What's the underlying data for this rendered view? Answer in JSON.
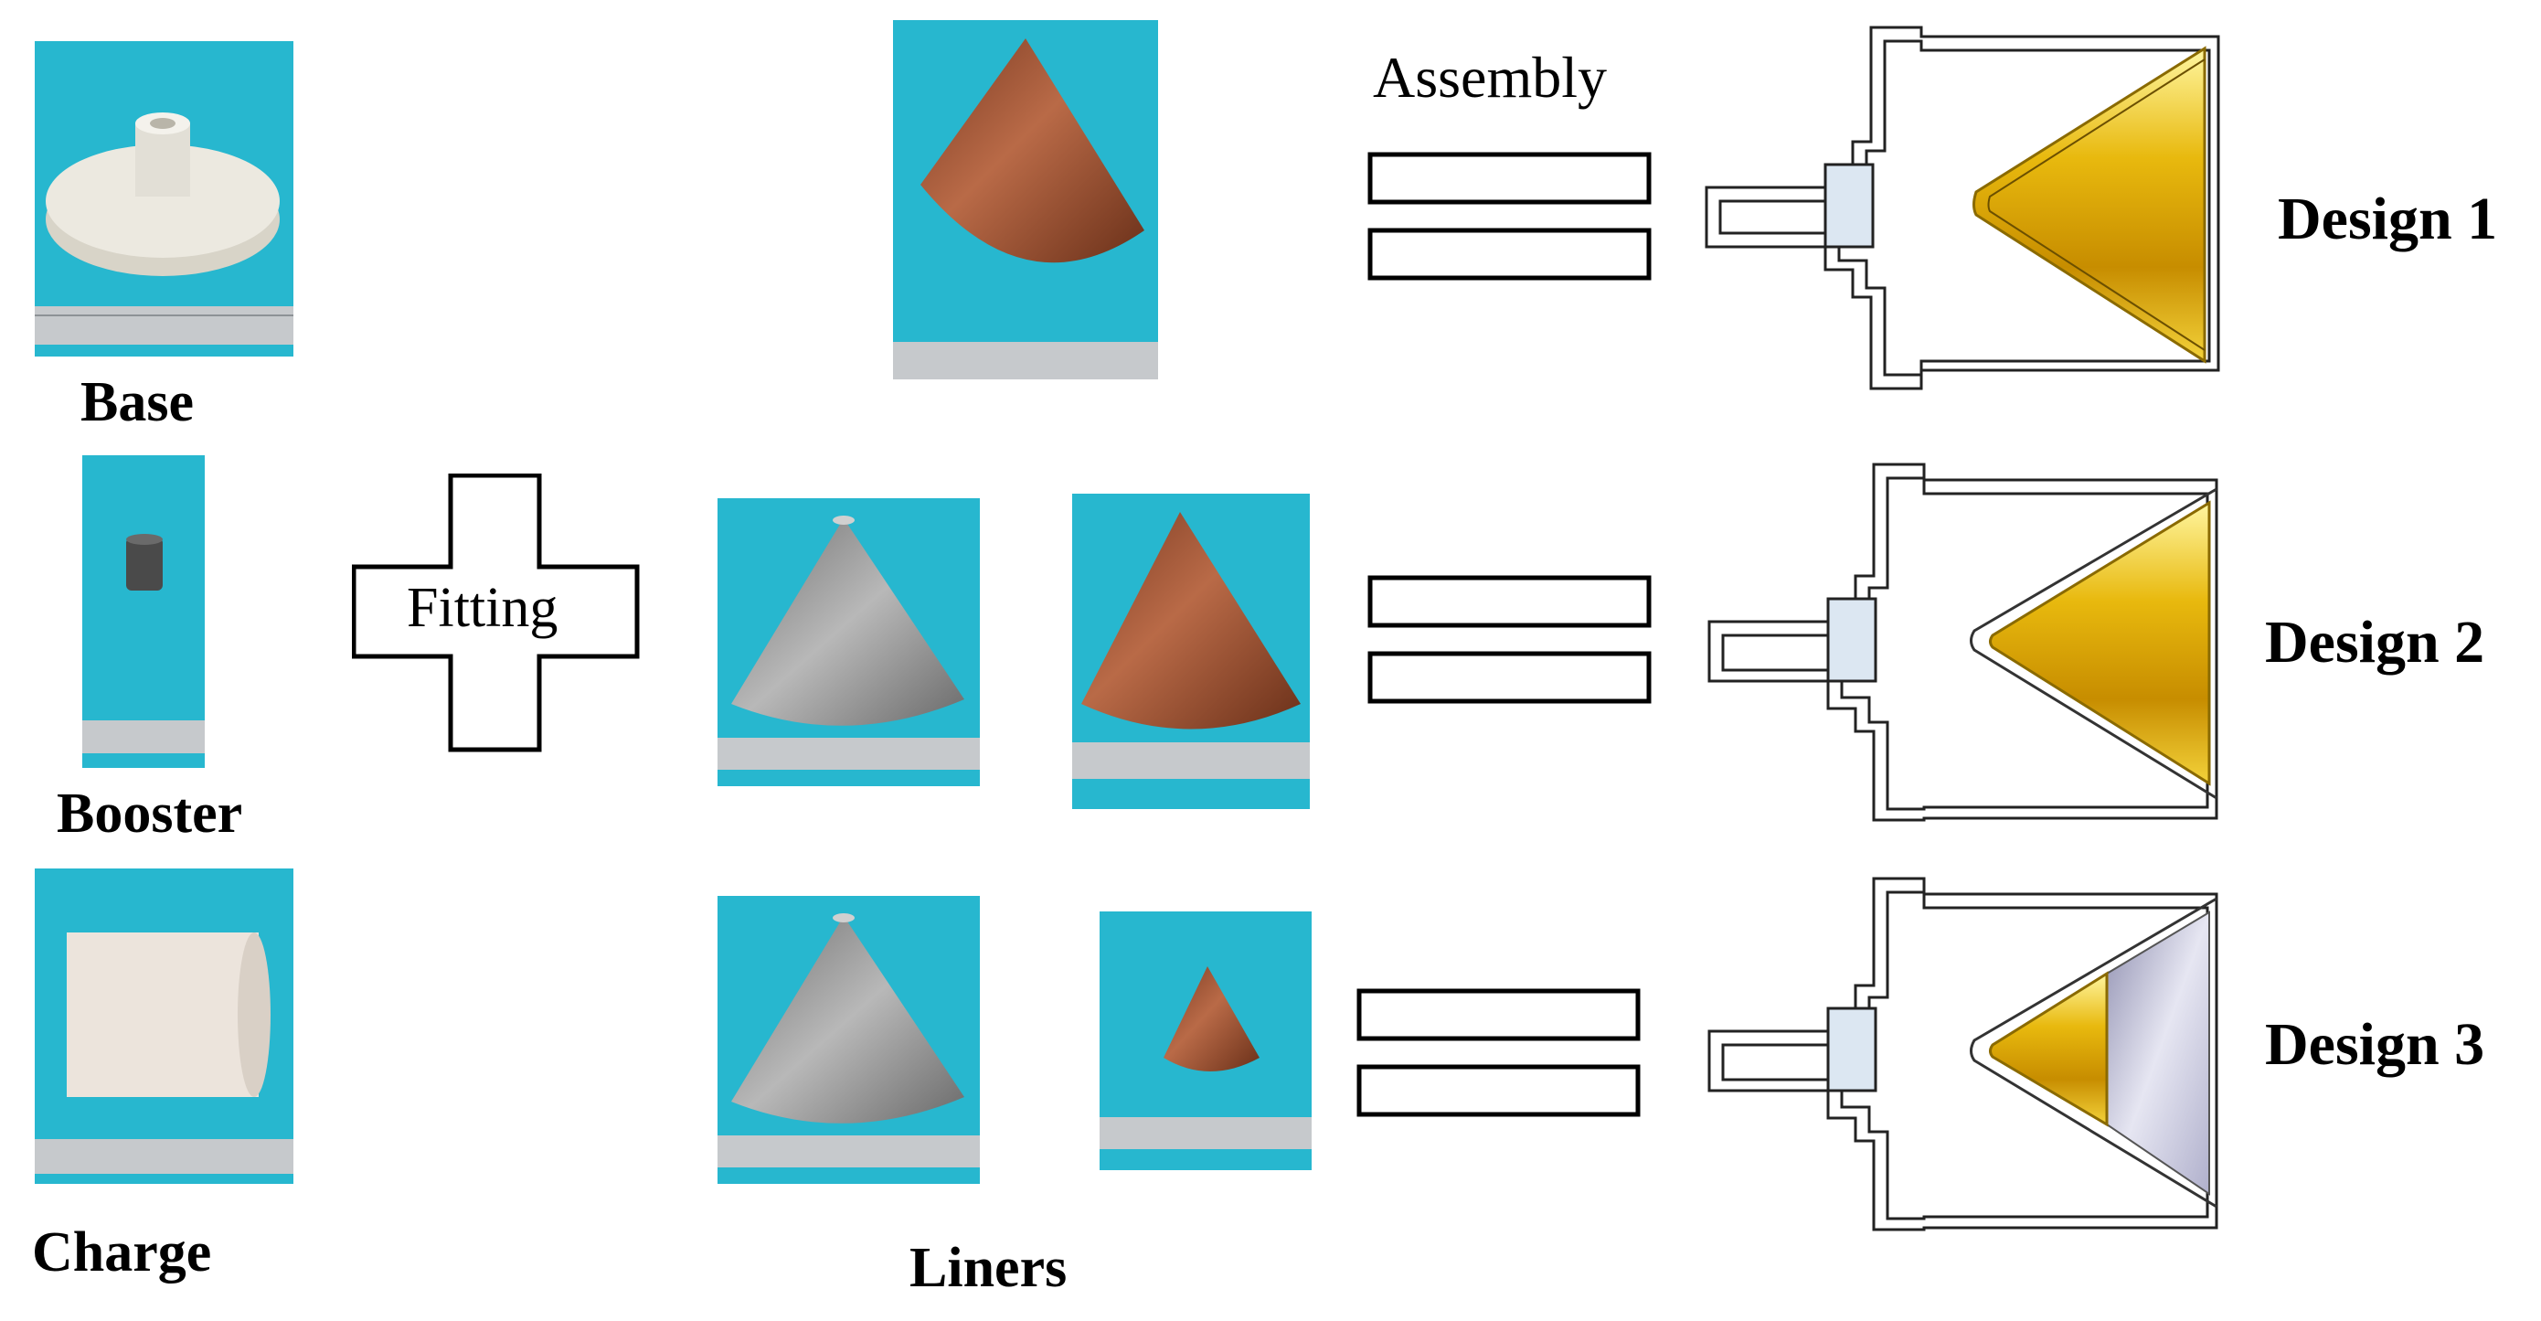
{
  "labels": {
    "base": "Base",
    "booster": "Booster",
    "charge": "Charge",
    "liners": "Liners",
    "fitting": "Fitting",
    "assembly": "Assembly",
    "design1": "Design 1",
    "design2": "Design 2",
    "design3": "Design 3"
  },
  "colors": {
    "photo_background": "#27b7cf",
    "copper": "#a9583a",
    "aluminum": "#9a9a9a",
    "explosive_gold": "#e8b90e",
    "booster_pale_blue": "#dce7f2",
    "inert_lavender": "#c9c9dd"
  }
}
